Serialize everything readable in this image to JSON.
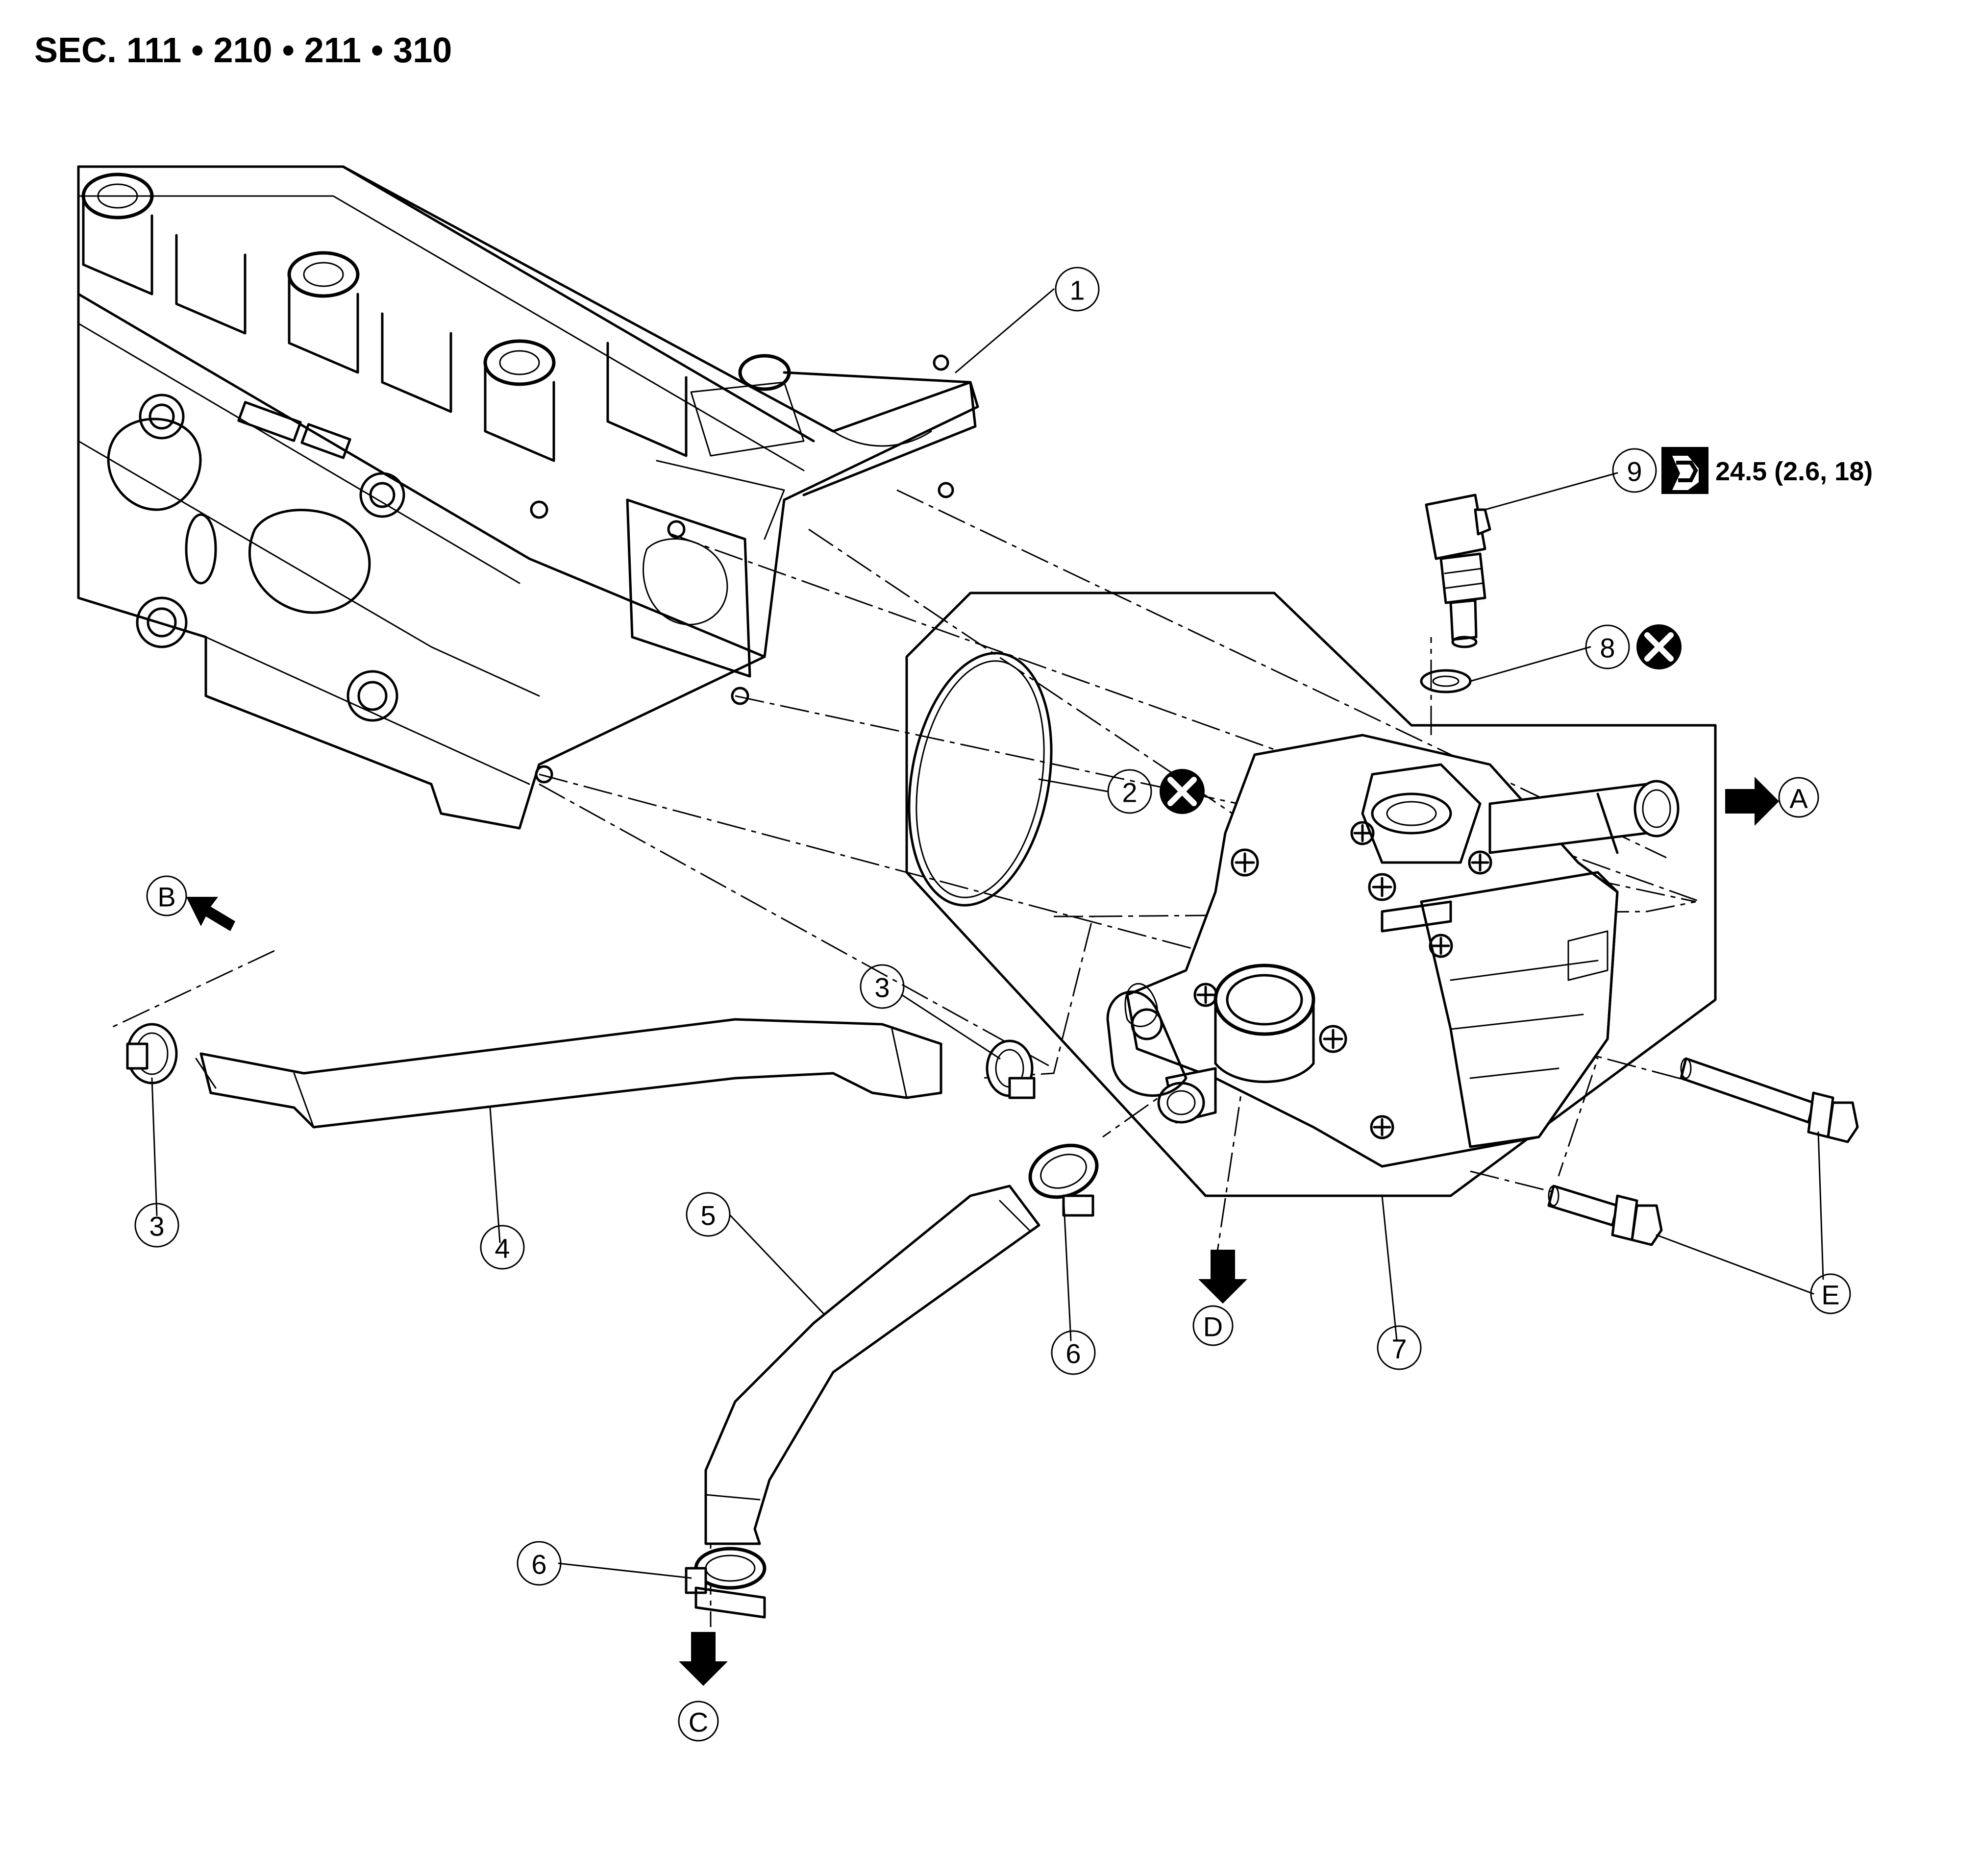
{
  "header": {
    "section_label": "SEC. 111 • 210 • 211 • 310"
  },
  "callouts": {
    "c1": "1",
    "c2": "2",
    "c3a": "3",
    "c3b": "3",
    "c4": "4",
    "c5": "5",
    "c6a": "6",
    "c6b": "6",
    "c7": "7",
    "c8": "8",
    "c9": "9"
  },
  "arrows": {
    "A": "A",
    "B": "B",
    "C": "C",
    "D": "D",
    "E": "E"
  },
  "torque": {
    "value": "24.5 (2.6, 18)",
    "icon": "torque-wrench-icon"
  },
  "symbols": {
    "replace_icon": "do-not-reuse-icon"
  },
  "colors": {
    "ink": "#000000",
    "paper": "#ffffff"
  }
}
